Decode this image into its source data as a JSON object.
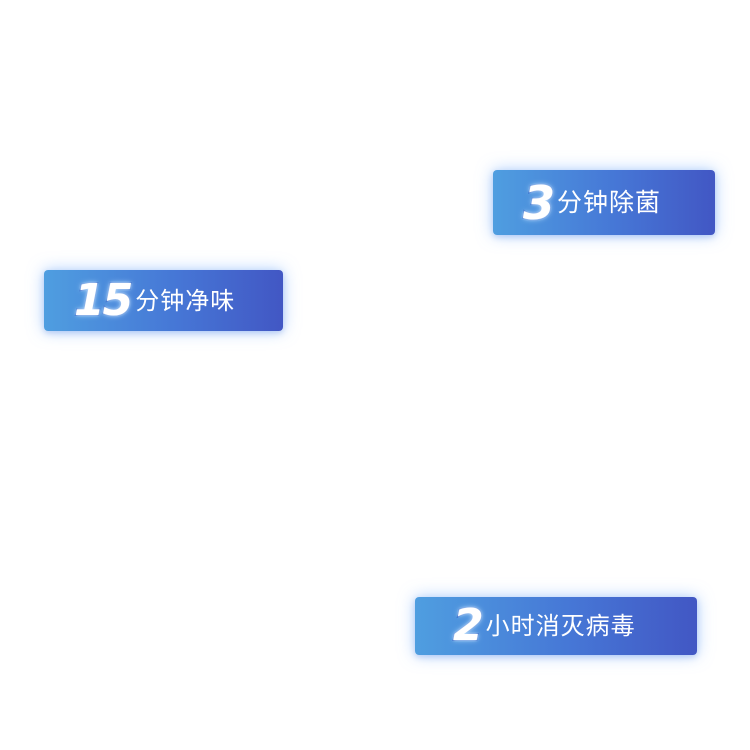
{
  "badges": [
    {
      "number": "3",
      "label": "分钟除菌"
    },
    {
      "number": "15",
      "label": "分钟净味"
    },
    {
      "number": "2",
      "label": "小时消灭病毒"
    }
  ],
  "colors": {
    "badge_gradient_start": "#4f9ee0",
    "badge_gradient_end": "#4257c4",
    "text": "#ffffff",
    "number_outline": "#2a63c9"
  }
}
